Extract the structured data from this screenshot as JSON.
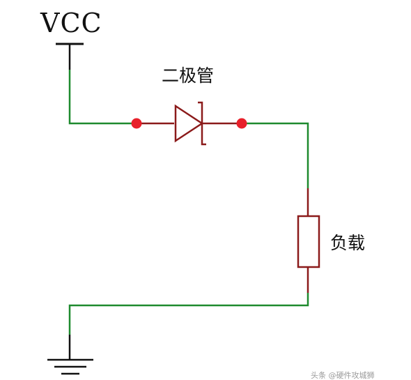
{
  "labels": {
    "vcc": "VCC",
    "diode": "二极管",
    "load": "负载"
  },
  "watermark": "头条 @硬件攻城狮",
  "colors": {
    "wire": "#1e8a2e",
    "component": "#8b1a1a",
    "junction": "#e8202a",
    "rail": "#111111"
  }
}
